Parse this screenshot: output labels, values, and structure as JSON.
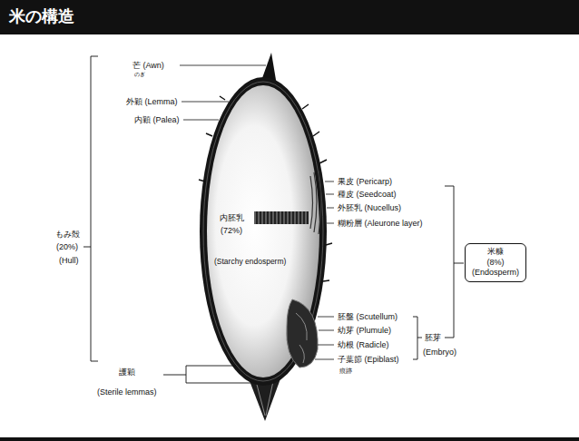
{
  "diagram": {
    "title": "米の構造",
    "nodes": [
      {
        "text": [
          "米糠",
          "(8%)",
          "(Endosperm)"
        ]
      }
    ],
    "labels": [
      "芒 (Awn)",
      "のぎ",
      "外穎 (Lemma)",
      "内穎 (Palea)",
      "もみ殻",
      "(20%)",
      "(Hull)",
      "内胚乳",
      "(72%)",
      "(Starchy endosperm)",
      "果皮 (Pericarp)",
      "種皮 (Seedcoat)",
      "外胚乳 (Nucellus)",
      "糊粉層 (Aleurone layer)",
      "胚盤 (Scutellum)",
      "幼芽 (Plumule)",
      "幼根 (Radicle)",
      "子葉節 (Epiblast)",
      "痕跡",
      "胚芽",
      "(Embryo)",
      "護穎",
      "(Sterile lemmas)"
    ]
  }
}
